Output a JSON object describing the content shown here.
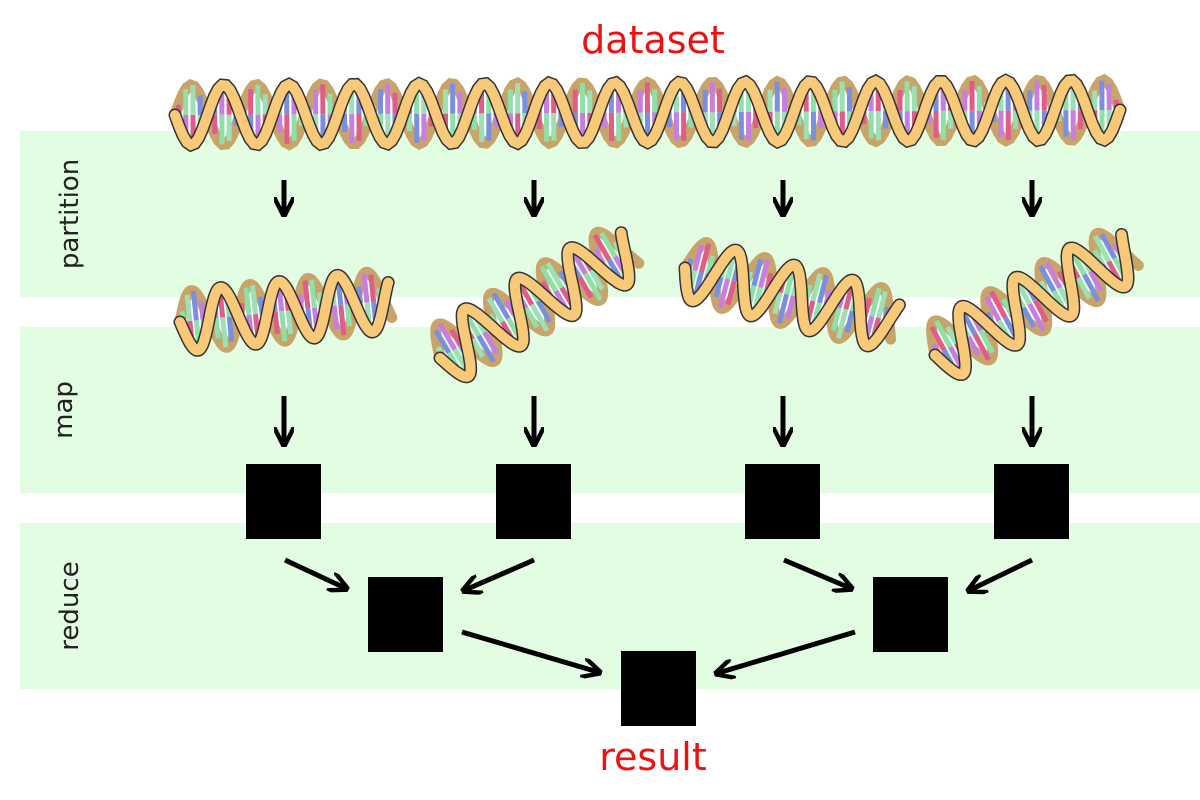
{
  "title": "dataset",
  "result_label": "result",
  "stages": [
    {
      "label": "partition"
    },
    {
      "label": "map"
    },
    {
      "label": "reduce"
    }
  ],
  "colors": {
    "stage_band": "#e2fde2",
    "title_text": "#ee1111",
    "helix_strand": "#f9c97a",
    "helix_back": "#c8a46a",
    "helix_outline": "#333333",
    "base_pairs": [
      "#7b8fe0",
      "#c87ee0",
      "#e05c8a",
      "#8fe0a8",
      "#9ce0b5"
    ],
    "box": "#000000",
    "arrow": "#000000"
  },
  "icons": {
    "dataset": "dna-helix-icon",
    "partition": "dna-helix-icon",
    "map_output": "black-square",
    "reduce_output": "black-square",
    "result": "black-square"
  },
  "structure": {
    "partitions": 4,
    "map_outputs": 4,
    "reduce_level_1": 2,
    "result": 1
  }
}
